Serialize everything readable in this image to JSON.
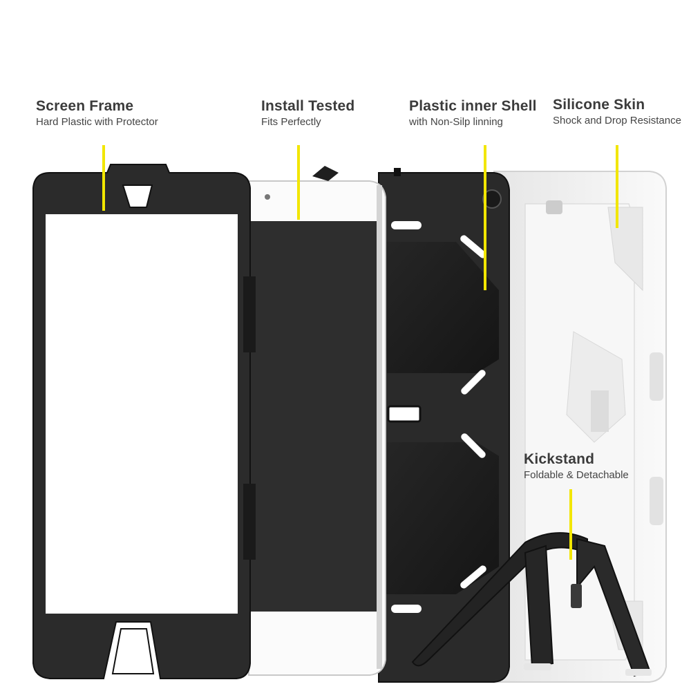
{
  "labels": {
    "screen_frame": {
      "title": "Screen Frame",
      "sub": "Hard Plastic with Protector"
    },
    "install_tested": {
      "title": "Install Tested",
      "sub": "Fits Perfectly"
    },
    "inner_shell": {
      "title": "Plastic inner Shell",
      "sub": "with Non-Silp linning"
    },
    "silicone_skin": {
      "title": "Silicone Skin",
      "sub": "Shock and Drop Resistance"
    },
    "kickstand": {
      "title": "Kickstand",
      "sub": "Foldable & Detachable"
    }
  },
  "colors": {
    "accent_yellow": "#f2e600",
    "frame_black": "#2b2b2b",
    "silicone_white": "#f2f2f2",
    "felt_black": "#1c1c1c"
  }
}
